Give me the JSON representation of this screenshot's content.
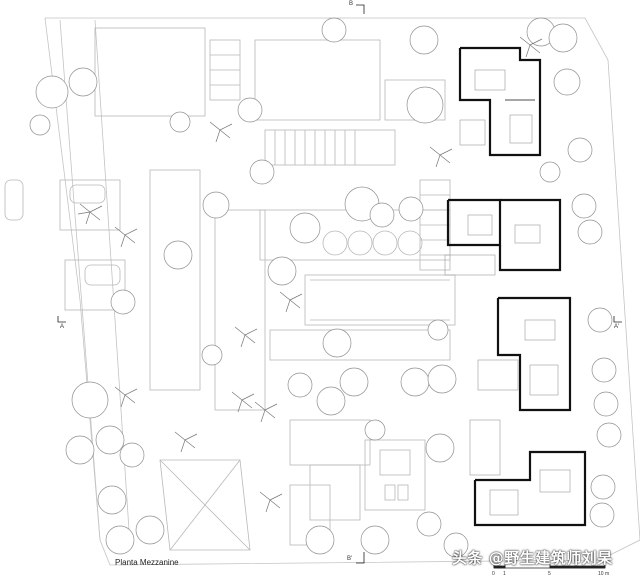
{
  "drawing": {
    "title": "Planta Mezzanine",
    "watermark": "头条 @野生建筑师刘杲",
    "section_marks": {
      "b_top": "B",
      "b_bottom": "B'",
      "a_left": "A",
      "a_right": "A'"
    },
    "scale_bar": {
      "labels": [
        "0",
        "1",
        "5",
        "10 m"
      ]
    }
  },
  "colors": {
    "line": "#b8b8b8",
    "wall": "#111111",
    "tree_canopy": "#9a9a9a"
  }
}
